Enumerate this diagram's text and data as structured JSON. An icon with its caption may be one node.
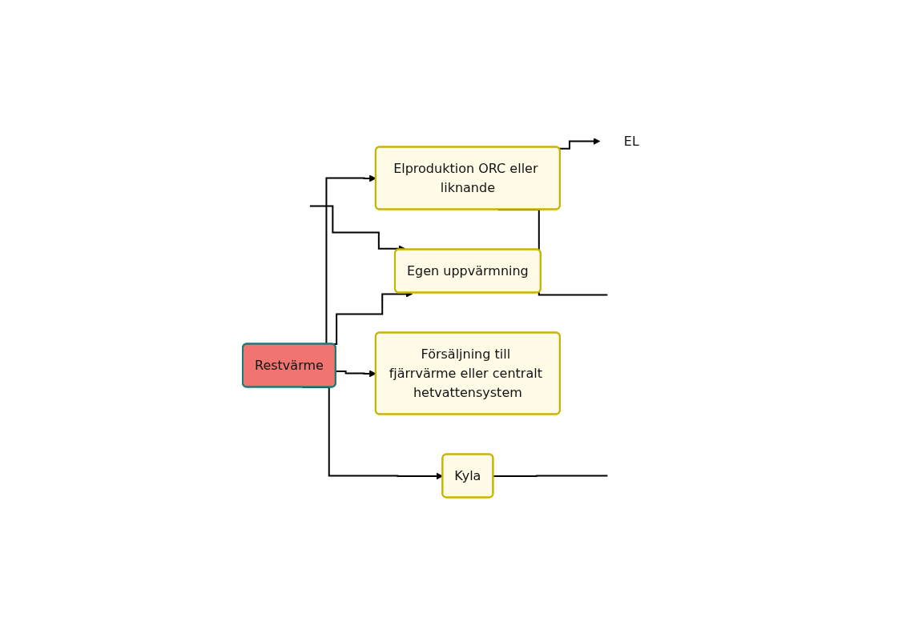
{
  "diagram": {
    "nodes": [
      {
        "text": [
          "Restvärme"
        ]
      },
      {
        "text": [
          "Elproduktion ORC eller liknande"
        ]
      },
      {
        "text": [
          "Egen uppvärmning"
        ]
      },
      {
        "text": [
          "Försäljning till fjärrvärme eller centralt hetvattensystem"
        ]
      },
      {
        "text": [
          "Kyla"
        ]
      },
      {
        "text": [
          "EL"
        ]
      }
    ],
    "edges": [
      {
        "from": 0,
        "to": 1,
        "arrow": "to"
      },
      {
        "from": 0,
        "to": 2,
        "arrow": "to"
      },
      {
        "from": 0,
        "to": 3,
        "arrow": "to"
      },
      {
        "from": 0,
        "to": 4,
        "arrow": "to"
      },
      {
        "from": 1,
        "to": 5,
        "arrow": "to"
      },
      {
        "from": 1,
        "to": null,
        "arrow": "none"
      },
      {
        "from": null,
        "to": 2,
        "arrow": "to"
      },
      {
        "from": 4,
        "to": null,
        "arrow": "none"
      }
    ]
  }
}
